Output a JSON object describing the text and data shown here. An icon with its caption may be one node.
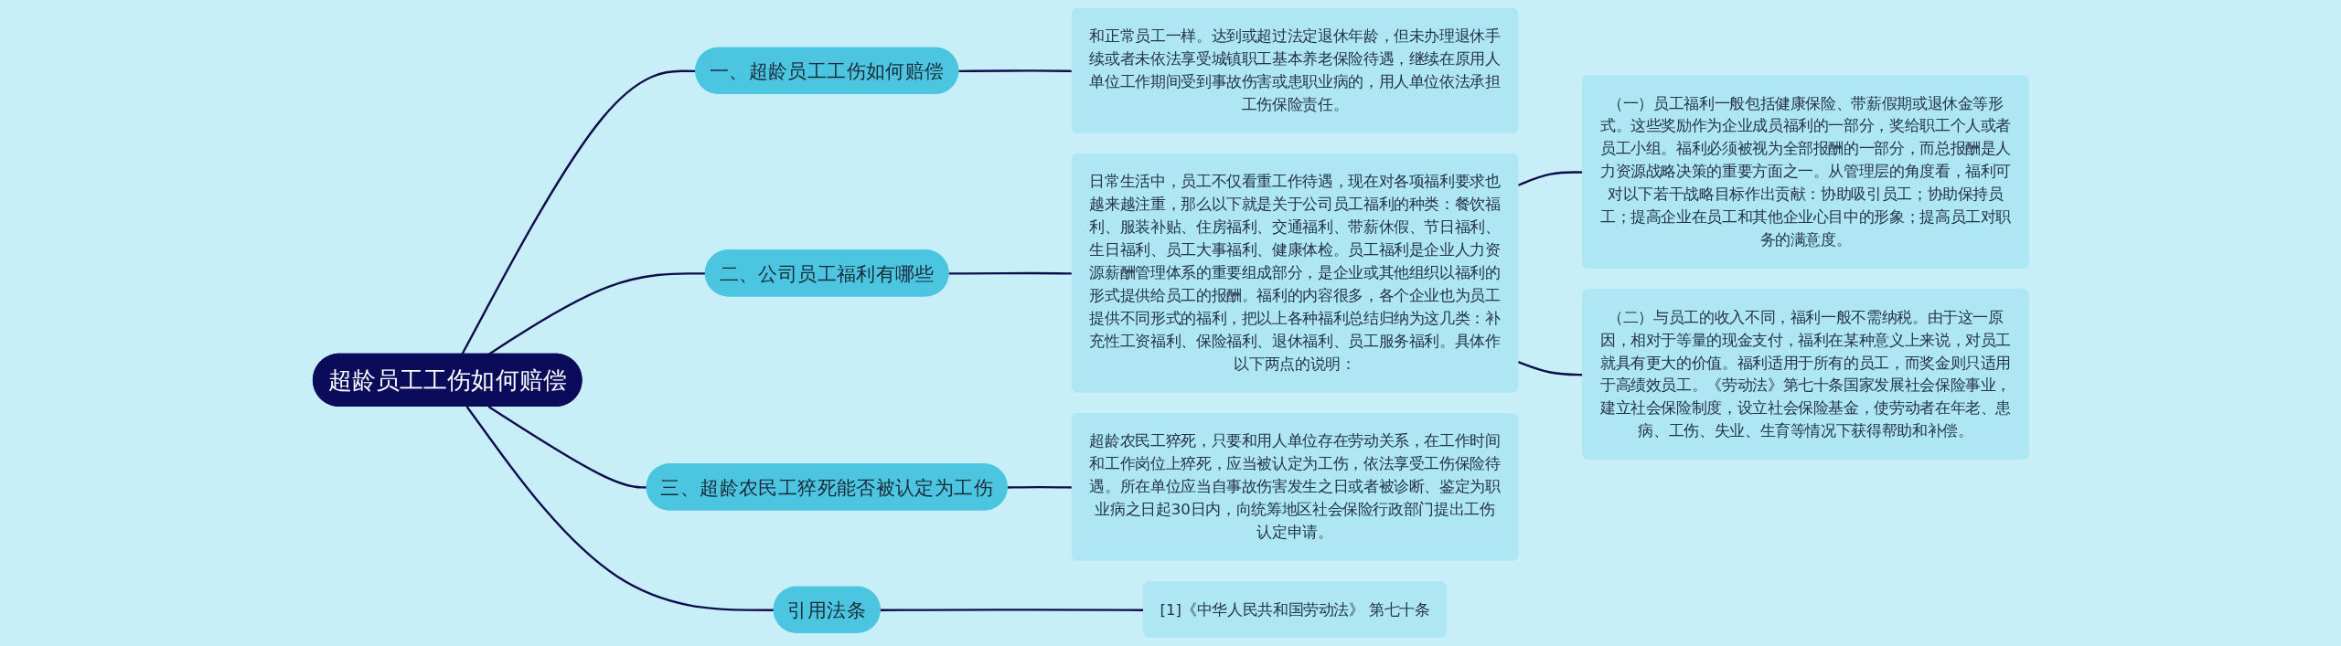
{
  "diagram": {
    "nodes": [
      {
        "text": [
          "超龄员工工伤如何赔偿"
        ]
      },
      {
        "text": [
          "一、超龄员工工伤如何赔偿"
        ]
      },
      {
        "text": [
          "和正常员工一样。达到或超过法定退休年龄，但未办理退休手续或者未依法享受城镇职工基本养老保险待遇，继续在原用人单位工作期间受到事故伤害或患职业病的，用人单位依法承担工伤保险责任。"
        ]
      },
      {
        "text": [
          "二、公司员工福利有哪些"
        ]
      },
      {
        "text": [
          "日常生活中，员工不仅看重工作待遇，现在对各项福利要求也越来越注重，那么以下就是关于公司员工福利的种类：餐饮福利、服装补贴、住房福利、交通福利、带薪休假、节日福利、生日福利、员工大事福利、健康体检。员工福利是企业人力资源薪酬管理体系的重要组成部分，是企业或其他组织以福利的形式提供给员工的报酬。福利的内容很多，各个企业也为员工提供不同形式的福利，把以上各种福利总结归纳为这几类：补充性工资福利、保险福利、退休福利、员工服务福利。具体作以下两点的说明："
        ]
      },
      {
        "text": [
          "（一）员工福利一般包括健康保险、带薪假期或退休金等形式。这些奖励作为企业成员福利的一部分，奖给职工个人或者员工小组。福利必须被视为全部报酬的一部分，而总报酬是人力资源战略决策的重要方面之一。从管理层的角度看，福利可对以下若干战略目标作出贡献：协助吸引员工；协助保持员工；提高企业在员工和其他企业心目中的形象；提高员工对职务的满意度。"
        ]
      },
      {
        "text": [
          "（二）与员工的收入不同，福利一般不需纳税。由于这一原因，相对于等量的现金支付，福利在某种意义上来说，对员工就具有更大的价值。福利适用于所有的员工，而奖金则只适用于高绩效员工。《劳动法》第七十条国家发展社会保险事业，建立社会保险制度，设立社会保险基金，使劳动者在年老、患病、工伤、失业、生育等情况下获得帮助和补偿。"
        ]
      },
      {
        "text": [
          "三、超龄农民工猝死能否被认定为工伤"
        ]
      },
      {
        "text": [
          "超龄农民工猝死，只要和用人单位存在劳动关系，在工作时间和工作岗位上猝死，应当被认定为工伤，依法享受工伤保险待遇。所在单位应当自事故伤害发生之日或者被诊断、鉴定为职业病之日起30日内，向统筹地区社会保险行政部门提出工伤认定申请。"
        ]
      },
      {
        "text": [
          "引用法条"
        ]
      },
      {
        "text": [
          "[1]《中华人民共和国劳动法》 第七十条"
        ]
      }
    ],
    "edges": [
      {
        "from": 0,
        "to": 1,
        "arrow": "none"
      },
      {
        "from": 1,
        "to": 2,
        "arrow": "none"
      },
      {
        "from": 0,
        "to": 3,
        "arrow": "none"
      },
      {
        "from": 3,
        "to": 4,
        "arrow": "none"
      },
      {
        "from": 4,
        "to": 5,
        "arrow": "none"
      },
      {
        "from": 4,
        "to": 6,
        "arrow": "none"
      },
      {
        "from": 0,
        "to": 7,
        "arrow": "none"
      },
      {
        "from": 7,
        "to": 8,
        "arrow": "none"
      },
      {
        "from": 0,
        "to": 9,
        "arrow": "none"
      },
      {
        "from": 9,
        "to": 10,
        "arrow": "none"
      }
    ]
  }
}
